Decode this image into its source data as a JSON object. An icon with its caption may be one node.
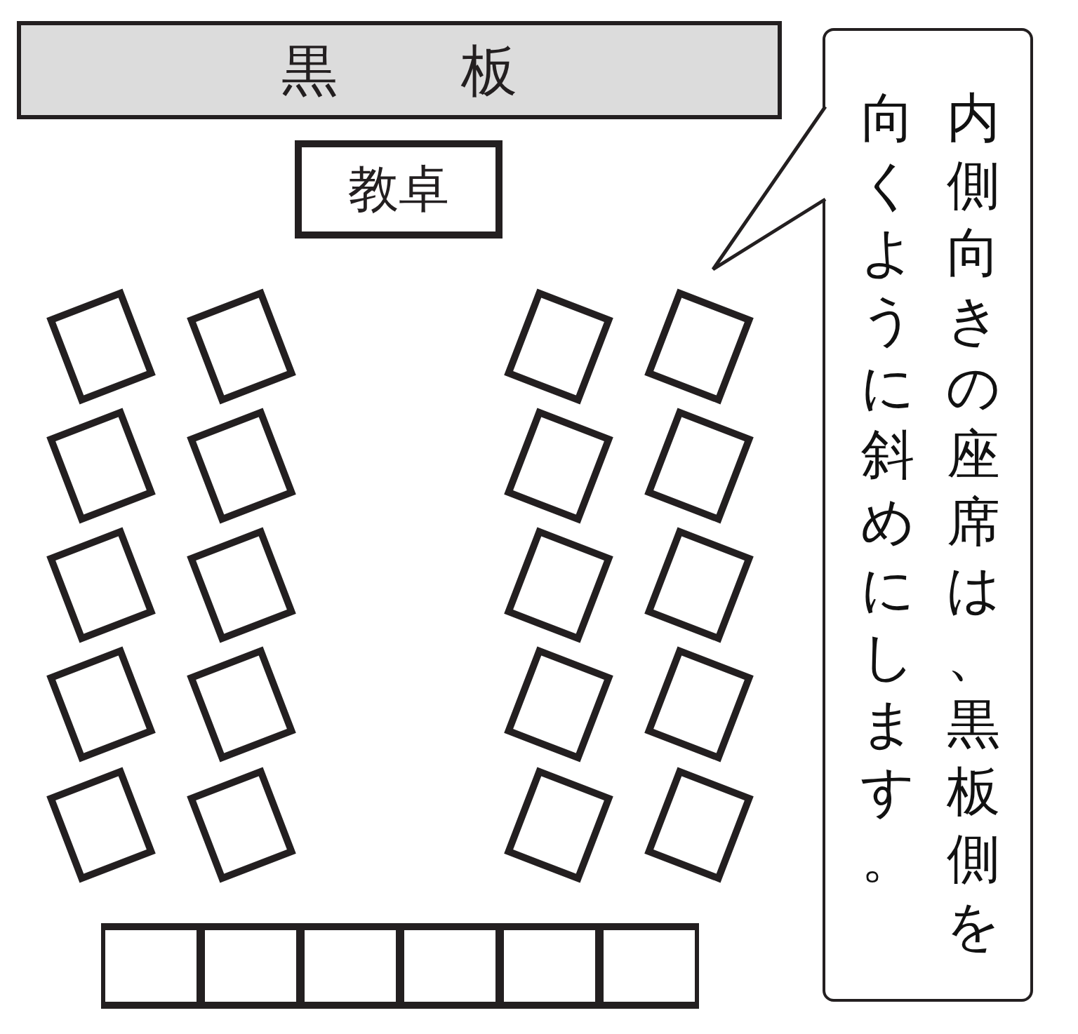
{
  "diagram": {
    "nodes": [
      {
        "text": [
          "黒　板"
        ]
      },
      {
        "text": [
          "教卓"
        ]
      },
      {
        "text": [
          "内側向きの座席は、黒板側を向くように斜めにします。"
        ]
      },
      {
        "text": [],
        "shape": "box"
      },
      {
        "text": [],
        "shape": "box"
      },
      {
        "text": [],
        "shape": "box"
      },
      {
        "text": [],
        "shape": "box"
      },
      {
        "text": [],
        "shape": "box"
      },
      {
        "text": [],
        "shape": "box"
      },
      {
        "text": [],
        "shape": "box"
      },
      {
        "text": [],
        "shape": "box"
      },
      {
        "text": [],
        "shape": "box"
      },
      {
        "text": [],
        "shape": "box"
      },
      {
        "text": [],
        "shape": "box"
      },
      {
        "text": [],
        "shape": "box"
      },
      {
        "text": [],
        "shape": "box"
      },
      {
        "text": [],
        "shape": "box"
      },
      {
        "text": [],
        "shape": "box"
      },
      {
        "text": [],
        "shape": "box"
      },
      {
        "text": [],
        "shape": "box"
      },
      {
        "text": [],
        "shape": "box"
      },
      {
        "text": [],
        "shape": "box"
      },
      {
        "text": [],
        "shape": "box"
      },
      {
        "text": [],
        "shape": "box"
      },
      {
        "text": [],
        "shape": "box"
      },
      {
        "text": [],
        "shape": "box"
      },
      {
        "text": [],
        "shape": "box"
      },
      {
        "text": [],
        "shape": "box"
      },
      {
        "text": [],
        "shape": "box"
      }
    ]
  }
}
